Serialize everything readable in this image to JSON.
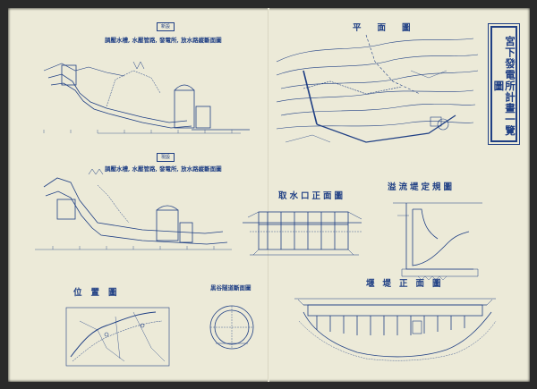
{
  "sheet_title": "宮下發電所計畫一覽圖",
  "panels": {
    "upper_section": {
      "tag": "新設",
      "title": "調壓水槽, 水壓管路, 發電所, 放水路縱斷面圖"
    },
    "lower_section": {
      "tag": "現設",
      "title": "調壓水槽, 水壓管路, 發電所, 放水路縱斷面圖"
    },
    "plan": {
      "title": "平面圖"
    },
    "intake": {
      "title": "取水口正面圖"
    },
    "spillway": {
      "title": "溢流堤定規圖"
    },
    "location": {
      "title": "位置圖"
    },
    "tunnel": {
      "title": "黒谷隧道斷面圖"
    },
    "dam": {
      "title": "堰堤正面圖"
    }
  },
  "colors": {
    "ink": "#1f3f84",
    "paper": "#ecead8",
    "border": "#2a2a2a"
  }
}
